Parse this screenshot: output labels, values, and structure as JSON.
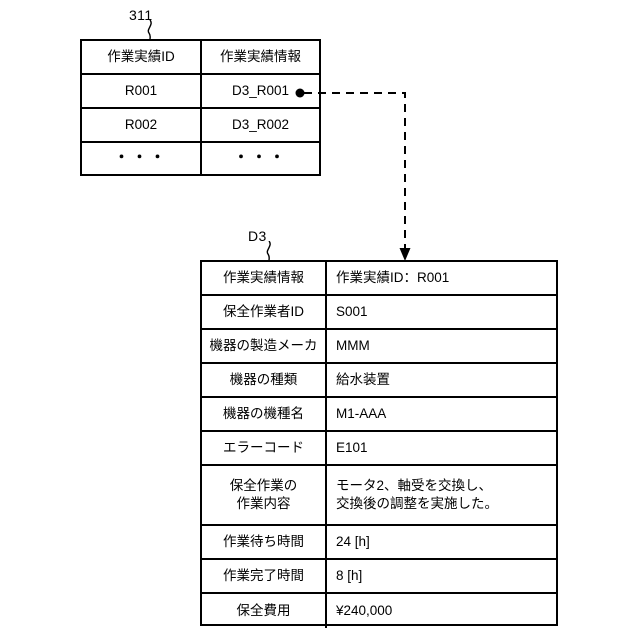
{
  "figure": {
    "background": "#ffffff",
    "line_color": "#000000"
  },
  "table_311": {
    "ref_label": "311",
    "headers": [
      "作業実績ID",
      "作業実績情報"
    ],
    "rows": [
      [
        "R001",
        "D3_R001"
      ],
      [
        "R002",
        "D3_R002"
      ],
      [
        "・・・",
        "・・・"
      ]
    ]
  },
  "table_d3": {
    "ref_label": "D3",
    "rows": [
      {
        "label": "作業実績情報",
        "value": "作業実績ID：R001"
      },
      {
        "label": "保全作業者ID",
        "value": "S001"
      },
      {
        "label": "機器の製造メーカ",
        "value": "MMM"
      },
      {
        "label": "機器の種類",
        "value": "給水装置"
      },
      {
        "label": "機器の機種名",
        "value": "M1-AAA"
      },
      {
        "label": "エラーコード",
        "value": "E101"
      },
      {
        "label": "保全作業の\n作業内容",
        "value": "モータ2、軸受を交換し、\n交換後の調整を実施した。"
      },
      {
        "label": "作業待ち時間",
        "value": "24 [h]"
      },
      {
        "label": "作業完了時間",
        "value": "8 [h]"
      },
      {
        "label": "保全費用",
        "value": "¥240,000"
      }
    ]
  },
  "connector": {
    "source_row_value": "D3_R001",
    "target_table": "D3",
    "style": "dashed",
    "start_marker": "filled-dot",
    "end_marker": "arrowhead"
  }
}
